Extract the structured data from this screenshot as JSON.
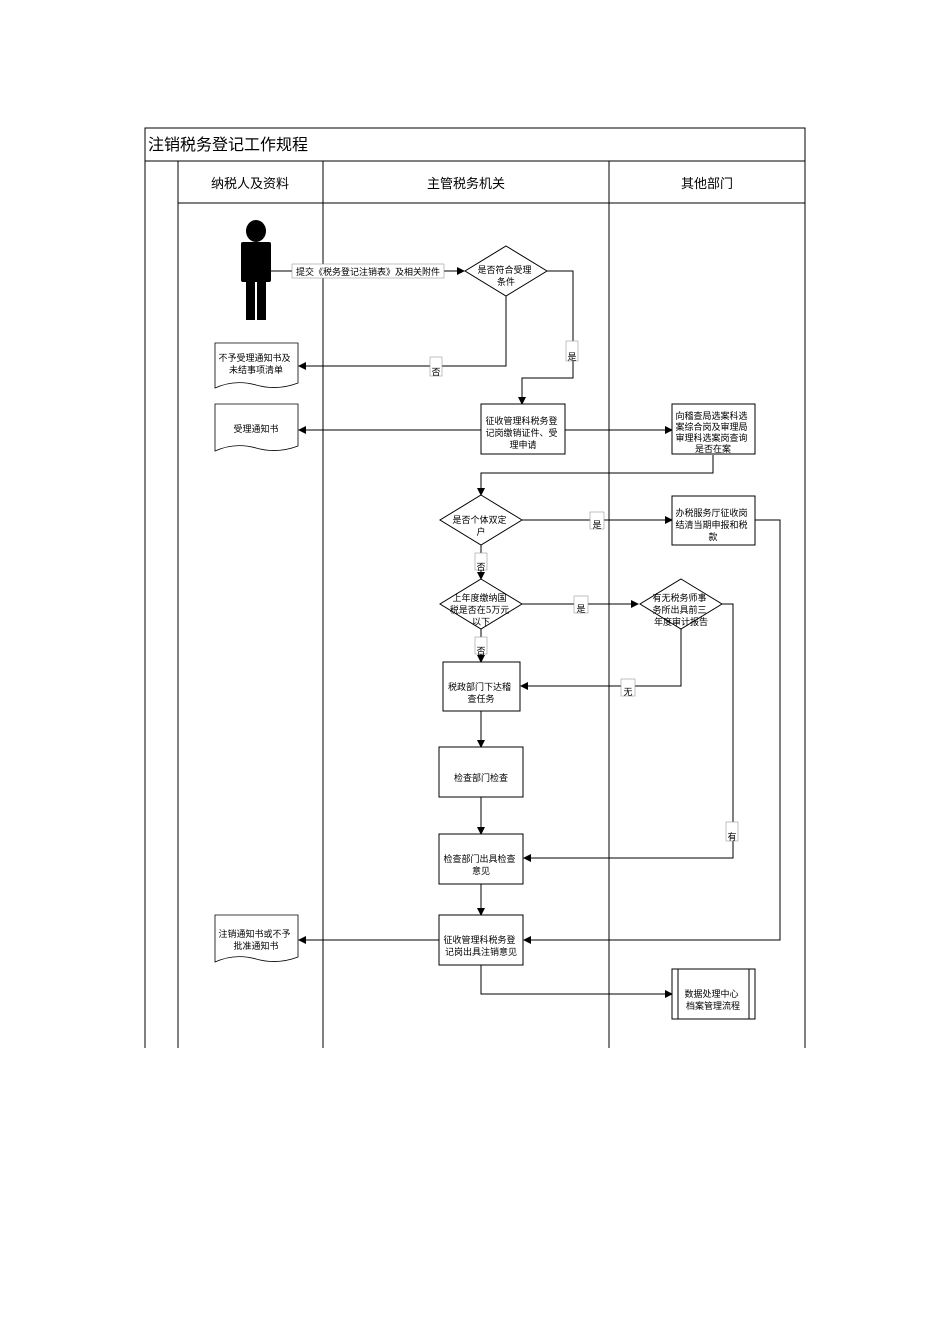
{
  "title": "注销税务登记工作规程",
  "lanes": {
    "taxpayer": "纳税人及资料",
    "tax_authority": "主管税务机关",
    "other_dept": "其他部门"
  },
  "nodes": {
    "submit_label": "提交《税务登记注销表》及相关附件",
    "decision_accept": [
      "是否符合受理",
      "条件"
    ],
    "doc_reject": [
      "不予受理通知书及",
      "未结事项清单"
    ],
    "doc_accept": [
      "受理通知书"
    ],
    "proc_collect": [
      "征收管理科税务登",
      "记岗缴销证件、受",
      "理申请"
    ],
    "proc_inquiry": [
      "向稽查局选案科选",
      "案综合岗及审理局",
      "审理科选案岗查询",
      "是否在案"
    ],
    "decision_individual": [
      "是否个体双定",
      "户"
    ],
    "proc_settle": [
      "办税服务厅征收岗",
      "结清当期申报和税",
      "款"
    ],
    "decision_tax_amount": [
      "上年度缴纳国",
      "税是否在5万元",
      "以下"
    ],
    "decision_audit_report": [
      "有无税务师事",
      "务所出具前三",
      "年度审计报告"
    ],
    "proc_issue_task": [
      "税政部门下达稽",
      "查任务"
    ],
    "proc_inspect": [
      "检查部门检查"
    ],
    "proc_inspect_opinion": [
      "检查部门出具检查",
      "意见"
    ],
    "proc_cancel_opinion": [
      "征收管理科税务登",
      "记岗出具注销意见"
    ],
    "doc_notice": [
      "注销通知书或不予",
      "批准通知书"
    ],
    "proc_archive": [
      "数据处理中心",
      "档案管理流程"
    ]
  },
  "edge_labels": {
    "yes": "是",
    "no": "否",
    "have": "有",
    "none": "无"
  }
}
